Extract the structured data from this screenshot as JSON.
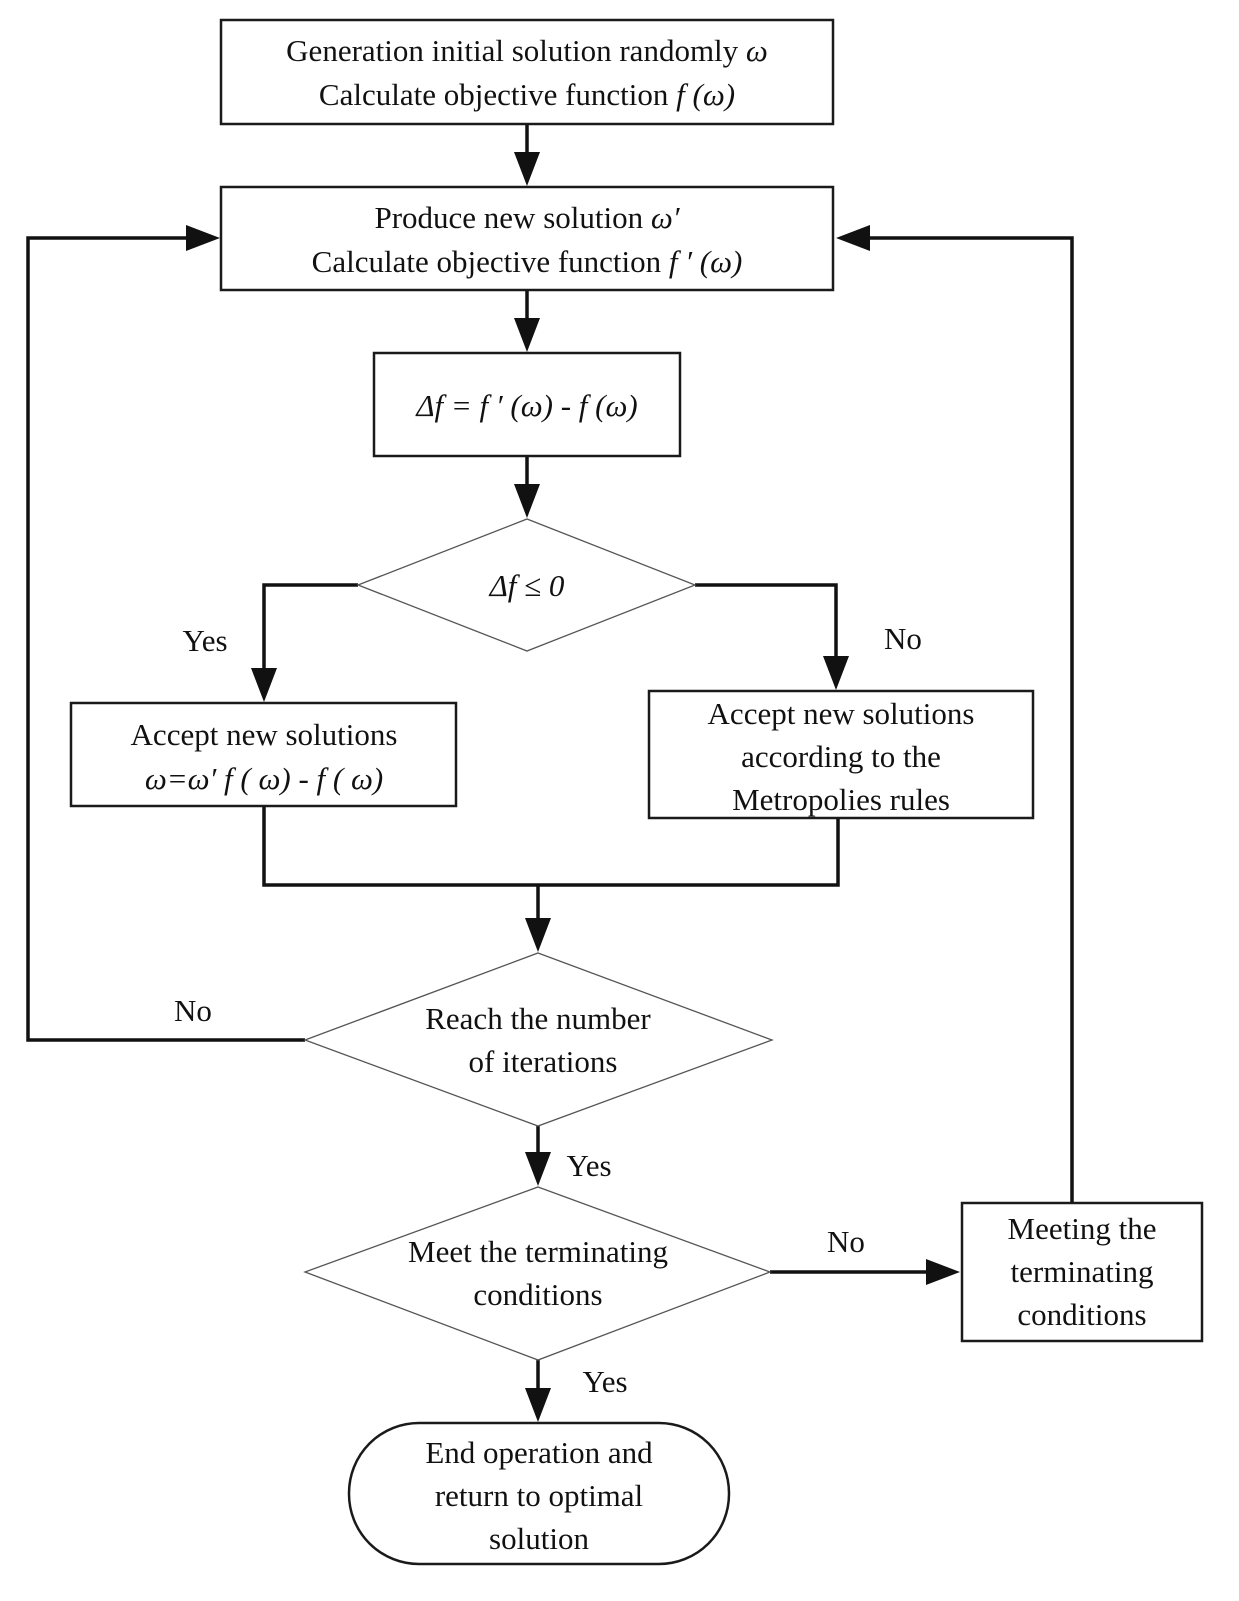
{
  "nodes": {
    "init": {
      "line1": "Generation initial solution randomly",
      "line1_sym": "ω",
      "line2": "Calculate objective function",
      "line2_sym": "f (ω)"
    },
    "produce": {
      "line1": "Produce new solution",
      "line1_sym": "ω′",
      "line2": "Calculate objective function",
      "line2_sym": "f ′ (ω)"
    },
    "delta": {
      "text": "Δf = f ′ (ω) - f (ω)"
    },
    "check_delta": {
      "text": "Δf ≤ 0"
    },
    "accept_direct": {
      "line1": "Accept new solutions",
      "line2": "ω=ω′ f ( ω) - f ( ω)"
    },
    "accept_metropolis": {
      "line1": "Accept new solutions",
      "line2": "according to the",
      "line3": "Metropolies rules"
    },
    "check_iterations": {
      "line1": "Reach the number",
      "line2": "of iterations"
    },
    "check_terminate": {
      "line1": "Meet the terminating",
      "line2": "conditions"
    },
    "meeting_terminate": {
      "line1": "Meeting the",
      "line2": "terminating",
      "line3": "conditions"
    },
    "end": {
      "line1": "End operation and",
      "line2": "return to optimal",
      "line3": "solution"
    }
  },
  "edge_labels": {
    "delta_yes": "Yes",
    "delta_no": "No",
    "iter_no": "No",
    "iter_yes": "Yes",
    "term_no": "No",
    "term_yes": "Yes"
  }
}
